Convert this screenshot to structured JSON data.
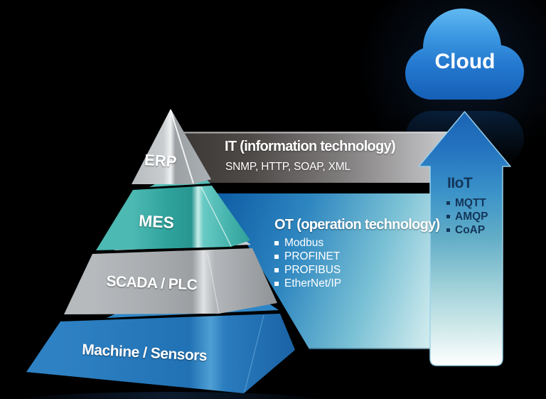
{
  "cloud": {
    "label": "Cloud"
  },
  "iiot": {
    "title": "IIoT",
    "items": [
      "MQTT",
      "AMQP",
      "CoAP"
    ]
  },
  "it_band": {
    "title": "IT (information technology)",
    "subtitle": "SNMP, HTTP, SOAP, XML"
  },
  "ot_band": {
    "title": "OT (operation technology)",
    "items": [
      "Modbus",
      "PROFINET",
      "PROFIBUS",
      "EtherNet/IP"
    ]
  },
  "pyramid": {
    "levels": [
      {
        "label": "ERP"
      },
      {
        "label": "MES"
      },
      {
        "label": "SCADA / PLC"
      },
      {
        "label": "Machine / Sensors"
      }
    ]
  },
  "colors": {
    "background": "#000000",
    "cloud_blue": "#2e86d8",
    "arrow_top_blue": "#1a64b4",
    "arrow_bottom": "#ffffff",
    "it_band_dark_gray": "#3a3634",
    "it_band_light_silver": "#d8d7da",
    "ot_band_dark_blue": "#0f5fa6",
    "ot_band_light_cyan": "#eef8f9",
    "erp_silver": "#b7bbbe",
    "mes_teal": "#2fa29c",
    "scada_silver": "#a7abae",
    "machine_blue": "#2678ba",
    "iiot_text_navy": "#14365a",
    "label_white": "#ffffff"
  }
}
